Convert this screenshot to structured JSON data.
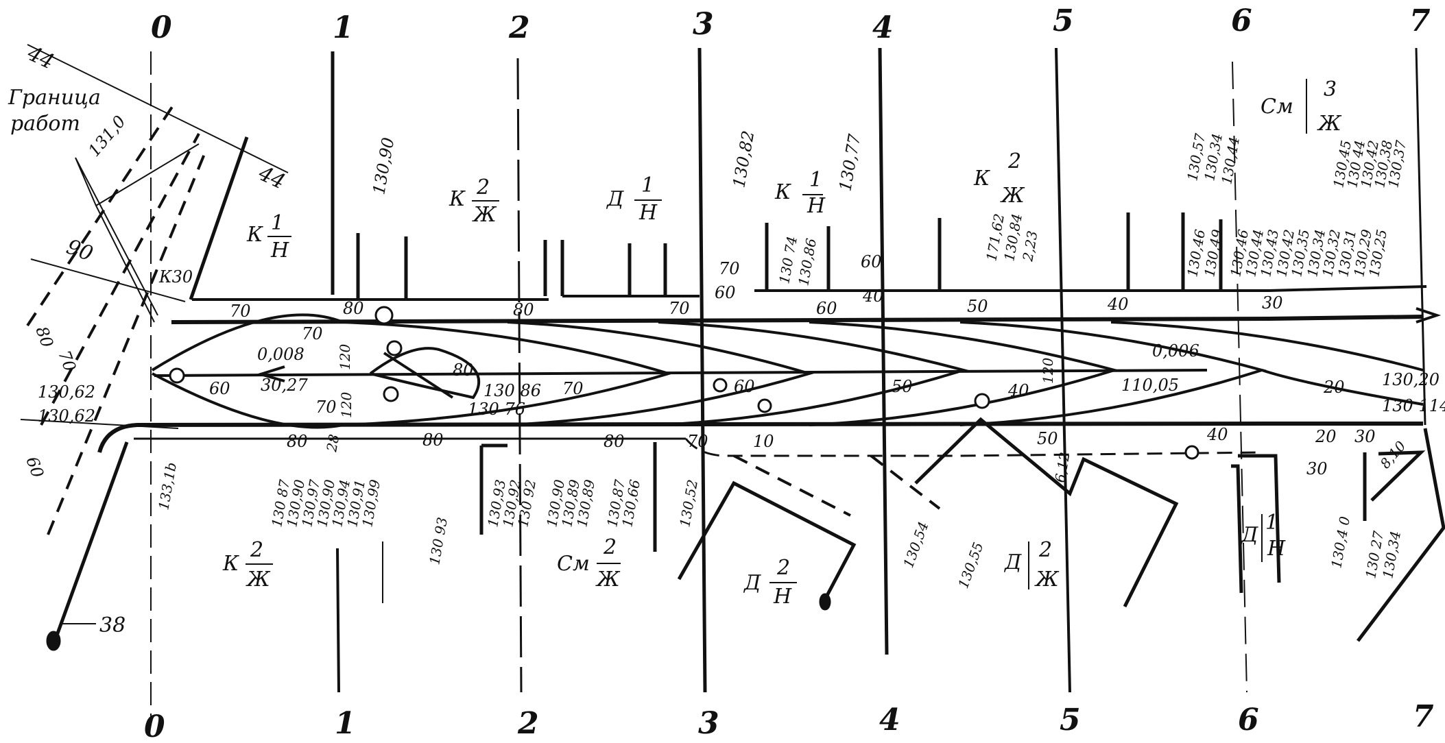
{
  "section_labels_top": [
    "0",
    "1",
    "2",
    "3",
    "4",
    "5",
    "6",
    "7"
  ],
  "section_labels_bottom": [
    "0",
    "1",
    "2",
    "3",
    "4",
    "5",
    "6",
    "7"
  ],
  "border_label": [
    "Граница",
    "работ"
  ],
  "profile_markers": [
    "44",
    "44",
    "38"
  ],
  "bearing_label": "К30",
  "contour_labels": {
    "upper_left": [
      "90",
      "80",
      "70",
      "60",
      "131,0"
    ],
    "upper_band": [
      "70",
      "80",
      "80",
      "70",
      "60",
      "50",
      "40",
      "30",
      "70",
      "60",
      "60",
      "40"
    ],
    "center": [
      "70",
      "60",
      "80",
      "70",
      "60",
      "50",
      "40",
      "20"
    ],
    "lower_band": [
      "80",
      "80",
      "70",
      "70",
      "50",
      "40",
      "30",
      "20",
      "30",
      "10",
      "80"
    ]
  },
  "face_symbols": [
    {
      "prefix": "К",
      "num": "1",
      "den": "Н"
    },
    {
      "prefix": "К",
      "num": "2",
      "den": "Ж"
    },
    {
      "prefix": "Д",
      "num": "1",
      "den": "Н"
    },
    {
      "prefix": "К",
      "num": "1",
      "den": "Н"
    },
    {
      "prefix": "К",
      "num": "2",
      "den": "Ж"
    },
    {
      "prefix": "См",
      "num": "3",
      "den": "Ж"
    },
    {
      "prefix": "К",
      "num": "2",
      "den": "Ж"
    },
    {
      "prefix": "См",
      "num": "2",
      "den": "Ж"
    },
    {
      "prefix": "Д",
      "num": "2",
      "den": "Н"
    },
    {
      "prefix": "Д",
      "num": "2",
      "den": "Ж"
    },
    {
      "prefix": "Д",
      "num": "1",
      "den": "Н"
    }
  ],
  "elevations_top": [
    "130,90",
    "130,82",
    "130,77",
    "130 74",
    "130,86",
    "171,62",
    "130,84",
    "2,23",
    "130,57",
    "130,34",
    "130,44",
    "130,46",
    "130,49",
    "130,45",
    "130 44",
    "130,42",
    "130,38",
    "130,37",
    "130,46",
    "130,44",
    "130,43",
    "130,42",
    "130,35",
    "130,34",
    "130,32",
    "130,31",
    "130,29",
    "130,25"
  ],
  "elevations_middle": [
    "0,008",
    "30,27",
    "120",
    "120",
    "130 86",
    "130 76",
    "120",
    "0,006",
    "110,05",
    "130,20",
    "130 114",
    "130,62",
    "130,62"
  ],
  "elevations_bottom": [
    "133,1b",
    "130 87",
    "130,90",
    "130,97",
    "130,90",
    "130,94",
    "130,91",
    "130,99",
    "130 93",
    "130,93",
    "130,92",
    "130 92",
    "130,90",
    "130,89",
    "130,89",
    "130,87",
    "130,66",
    "130,52",
    "130,54",
    "130,55",
    "130,4 0",
    "130 27",
    "130,34",
    "6,12",
    "8,10",
    "28"
  ]
}
